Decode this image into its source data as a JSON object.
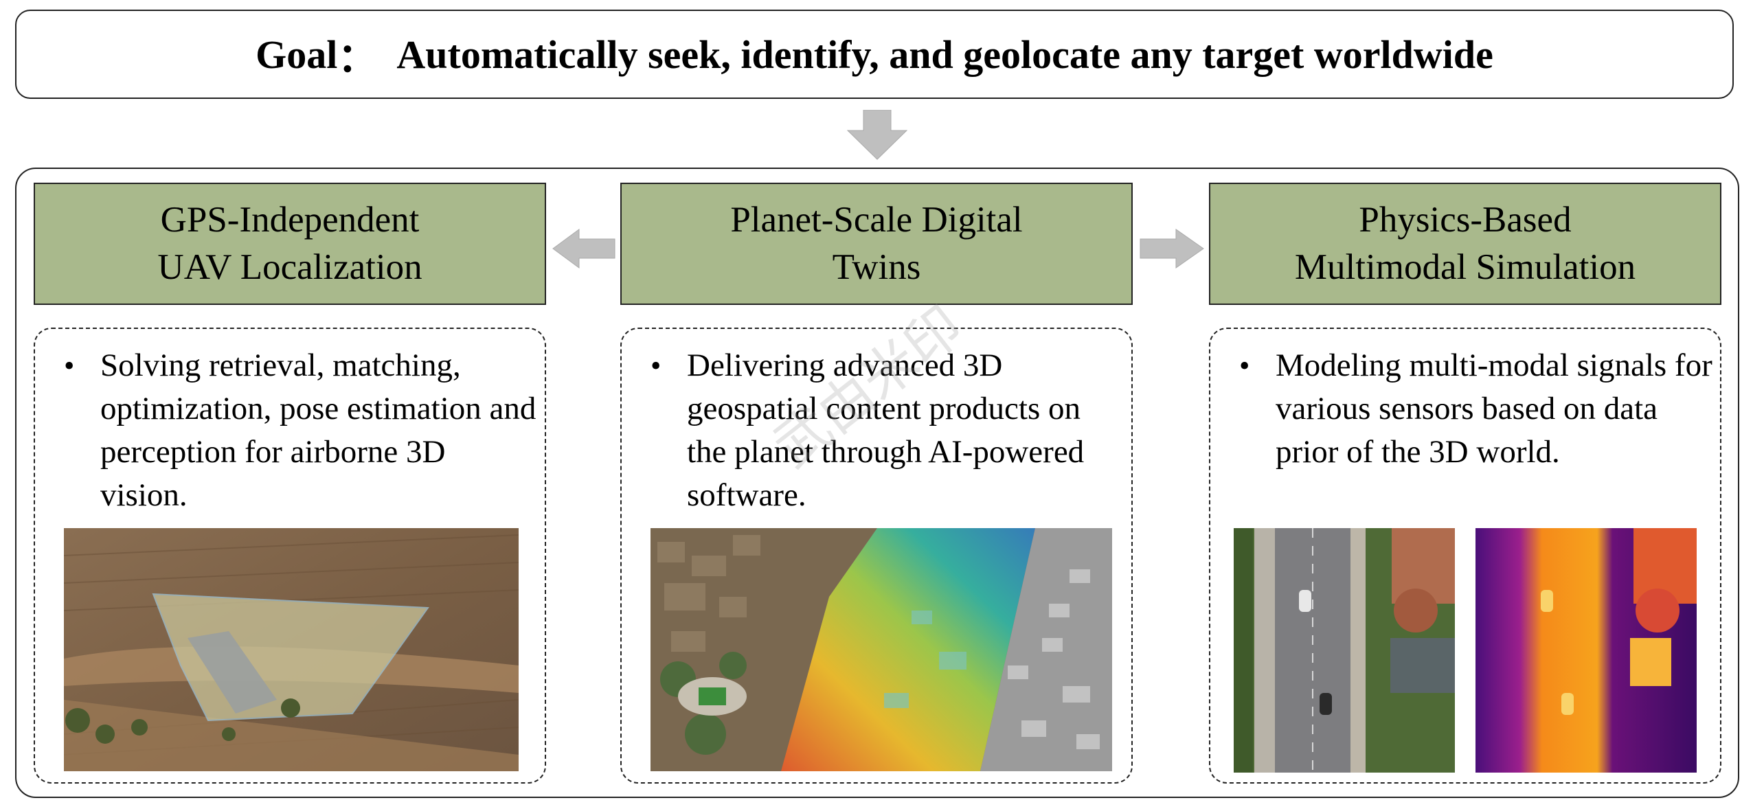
{
  "goal": {
    "label": "Goal",
    "separator": "：",
    "text": "Automatically seek, identify, and geolocate any target worldwide"
  },
  "columns": [
    {
      "title_line1": "GPS-Independent",
      "title_line2": "UAV Localization",
      "bullet": "Solving retrieval, matching, optimization, pose estimation and perception for airborne 3D vision."
    },
    {
      "title_line1": "Planet-Scale Digital",
      "title_line2": "Twins",
      "bullet": "Delivering advanced 3D geospatial content products on the planet through AI-powered software."
    },
    {
      "title_line1": "Physics-Based",
      "title_line2": "Multimodal Simulation",
      "bullet": "Modeling multi-modal signals for various sensors based on data prior of the 3D world."
    }
  ],
  "watermark": "武由米印",
  "colors": {
    "header_fill": "#a9b98c",
    "arrow_fill": "#bfbfbf"
  }
}
